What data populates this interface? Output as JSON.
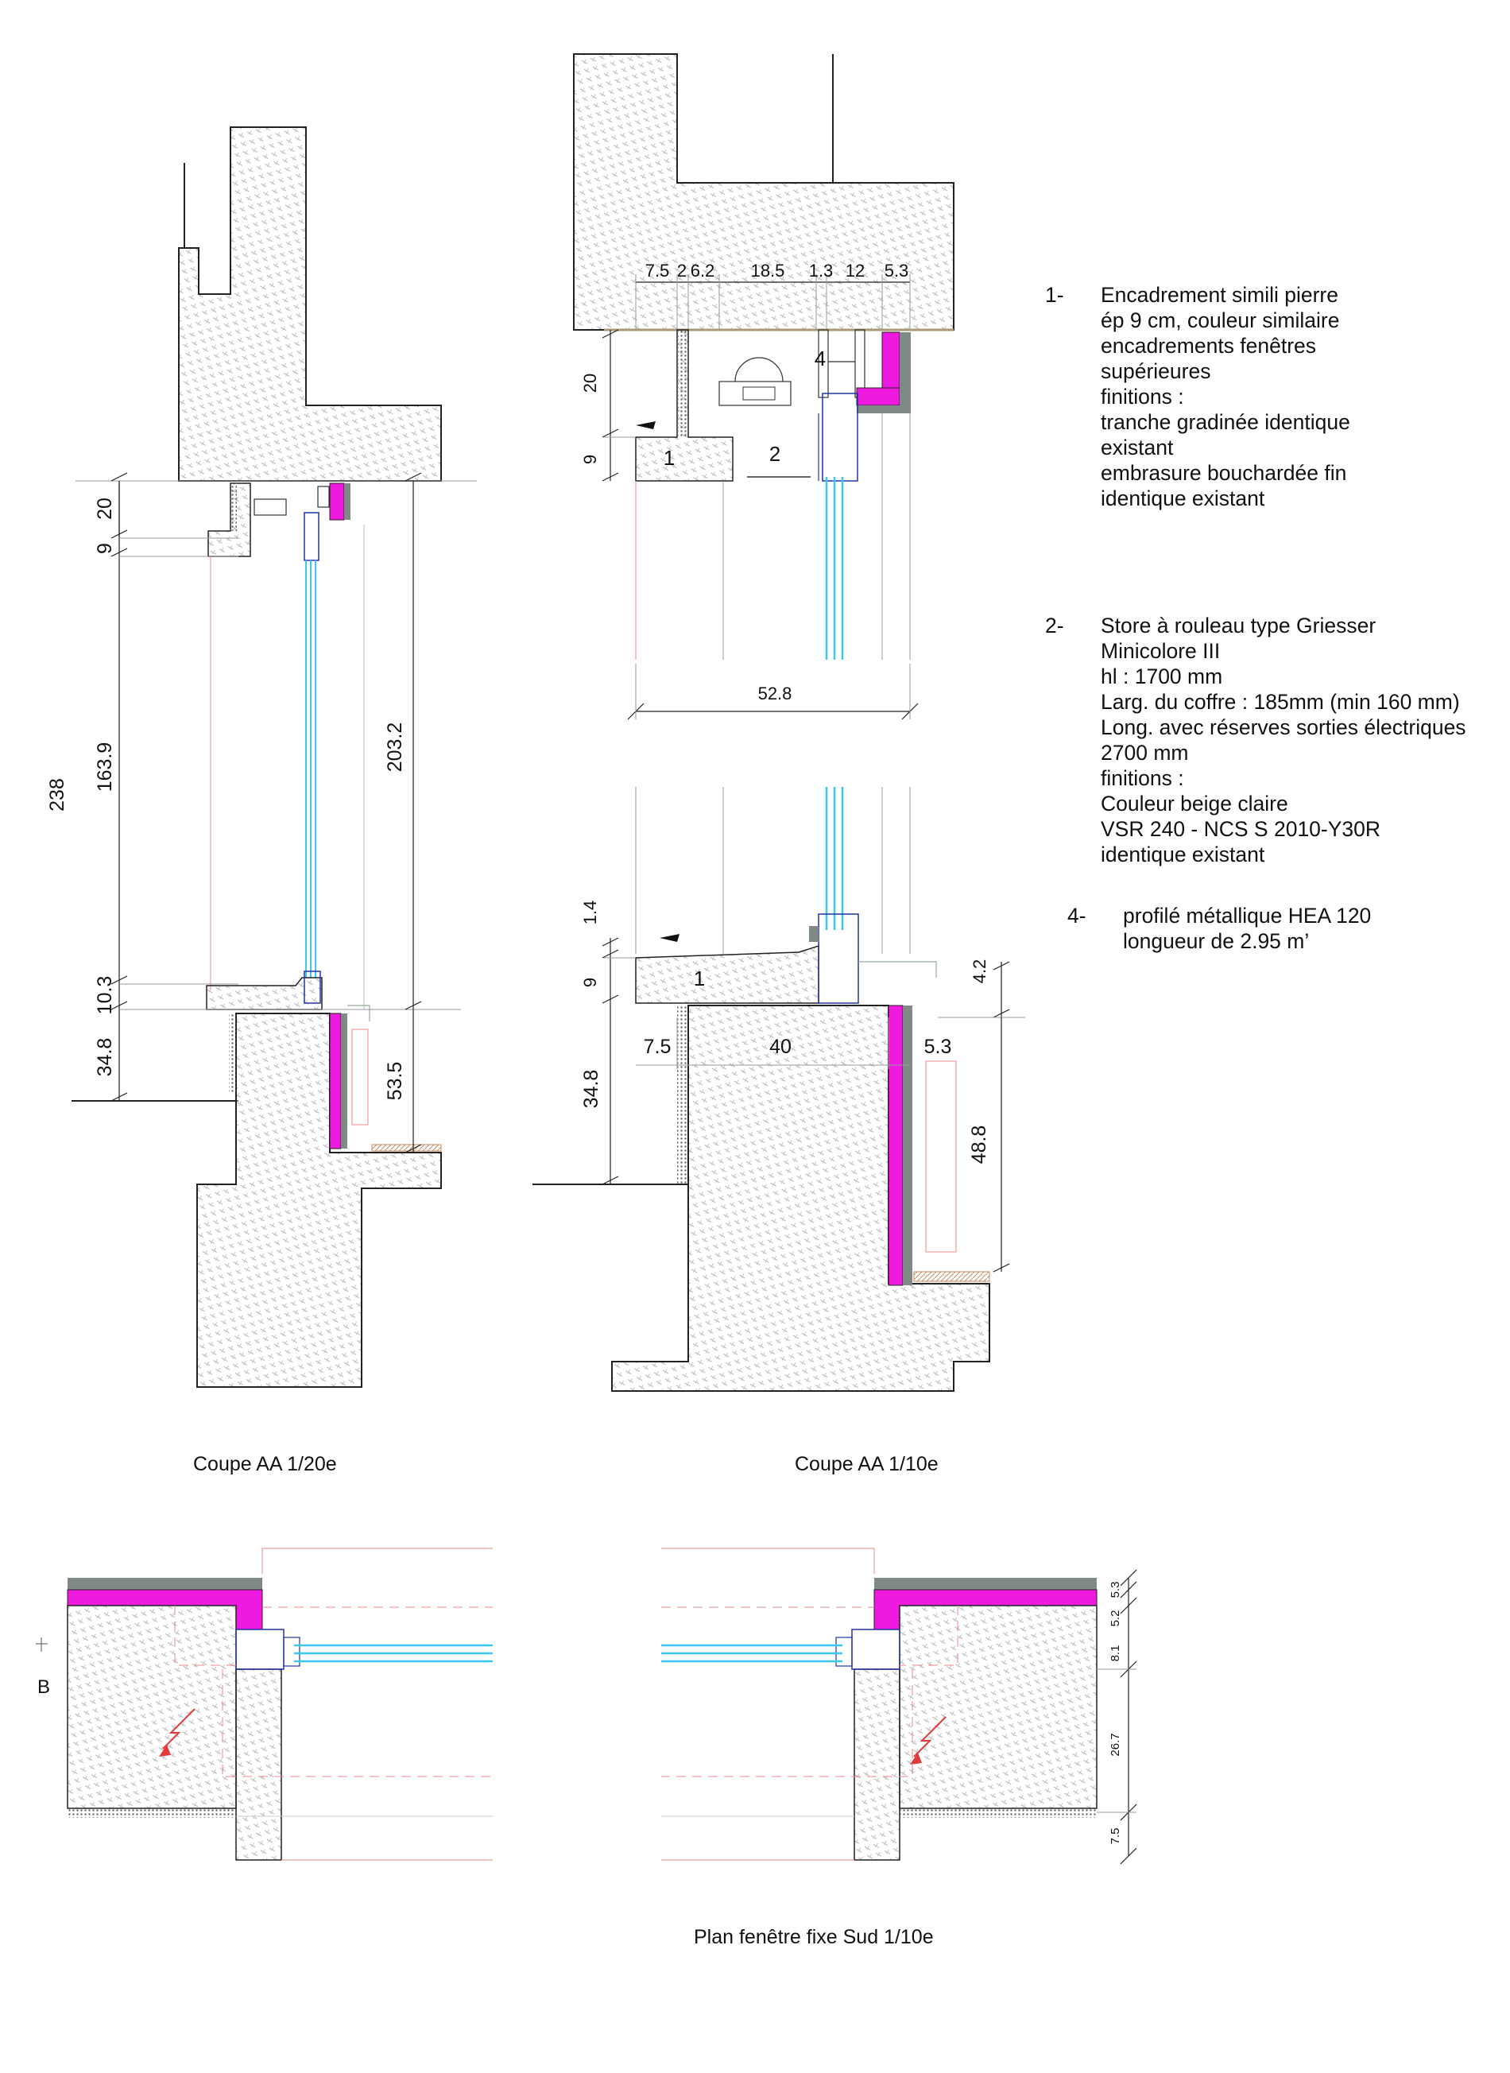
{
  "captions": {
    "section_1_20": "Coupe AA 1/20e",
    "section_1_10": "Coupe AA 1/10e",
    "plan_1_10": "Plan fenêtre fixe Sud 1/10e"
  },
  "notes": [
    {
      "num": "1-",
      "lines": [
        "Encadrement simili pierre",
        "ép 9 cm, couleur similaire",
        "encadrements fenêtres",
        "supérieures",
        "finitions :",
        "tranche gradinée identique",
        "existant",
        "embrasure bouchardée fin",
        "identique existant"
      ]
    },
    {
      "num": "2-",
      "lines": [
        "Store à rouleau type Griesser",
        "Minicolore III",
        "hl : 1700  mm",
        "Larg. du coffre : 185mm (min 160 mm)",
        "Long. avec réserves sorties électriques",
        "2700 mm",
        "finitions :",
        "Couleur beige claire",
        "VSR 240 - NCS S 2010-Y30R",
        "identique existant"
      ]
    },
    {
      "num": "4-",
      "lines": [
        "profilé métallique HEA 120",
        "longueur de 2.95 m’"
      ]
    }
  ],
  "dims_1_20": {
    "d20": "20",
    "d9": "9",
    "d238": "238",
    "d163_9": "163.9",
    "d203_2": "203.2",
    "d10_3": "10.3",
    "d34_8": "34.8",
    "d53_5": "53.5"
  },
  "dims_1_10": {
    "top_7_5": "7.5",
    "top_2": "2",
    "top_6_2": "6.2",
    "top_18_5": "18.5",
    "top_1_3": "1.3",
    "top_12": "12",
    "top_5_3": "5.3",
    "d20": "20",
    "d9": "9",
    "d52_8": "52.8",
    "d1_4": "1.4",
    "d9b": "9",
    "d4_2": "4.2",
    "bot_7_5": "7.5",
    "bot_40": "40",
    "bot_5_3": "5.3",
    "d34_8": "34.8",
    "d48_8": "48.8"
  },
  "labels_1_10": {
    "l1_top": "1",
    "l2": "2",
    "l4": "4",
    "l1_bottom": "1"
  },
  "dims_plan": {
    "p5_3": "5.3",
    "p5_2": "5.2",
    "p8_1": "8.1",
    "p26_7": "26.7",
    "p7_5": "7.5"
  },
  "plan_marker": "B",
  "colors": {
    "insulation": "#ee1ae0",
    "glass": "#3cc8f0",
    "render": "#808a84",
    "dim_red": "#e23b3b",
    "stone_hatch": "#b0b0b0"
  }
}
